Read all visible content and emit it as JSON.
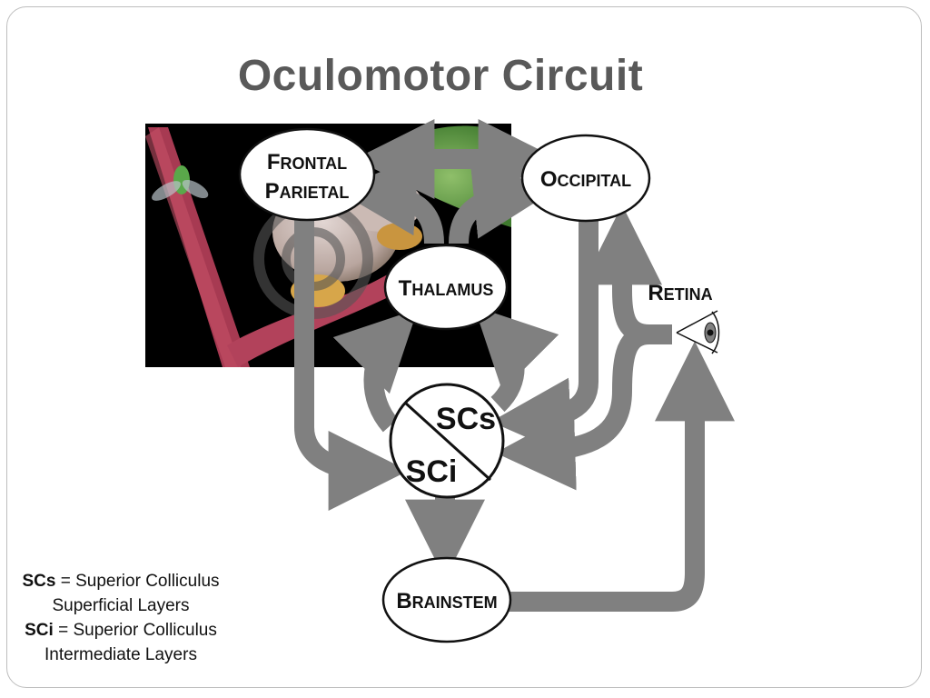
{
  "slide": {
    "title": "Oculomotor Circuit"
  },
  "nodes": {
    "frontal_parietal": {
      "line1_cap": "F",
      "line1_rest": "RONTAL",
      "line2_cap": "P",
      "line2_rest": "ARIETAL"
    },
    "occipital": {
      "cap": "O",
      "rest": "CCIPITAL"
    },
    "thalamus": {
      "cap": "T",
      "rest": "HALAMUS"
    },
    "retina": {
      "cap": "R",
      "rest": "ETINA"
    },
    "brainstem": {
      "cap": "B",
      "rest": "RAINSTEM"
    },
    "sc_superficial": "SCs",
    "sc_intermediate": "SCi"
  },
  "legend": {
    "scs_abbr": "SCs",
    "scs_def_1": "= Superior Colliculus",
    "scs_def_2": "Superficial Layers",
    "sci_abbr": "SCi",
    "sci_def_1": "= Superior Colliculus",
    "sci_def_2": "Intermediate Layers"
  },
  "colors": {
    "arrow": "#808080",
    "node_fill": "#ffffff",
    "node_stroke": "#111111",
    "title": "#595959"
  },
  "icons": {
    "photo": "frog-on-stem-photo",
    "eye": "eye-icon"
  }
}
